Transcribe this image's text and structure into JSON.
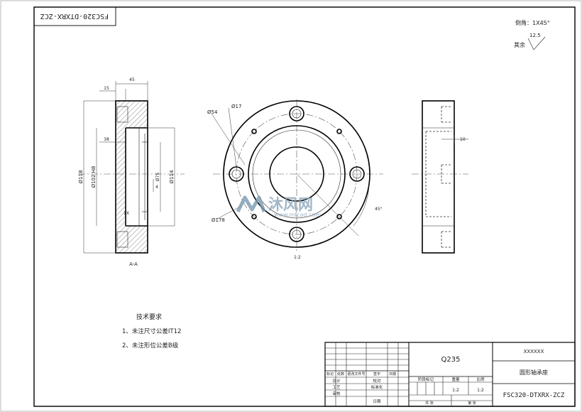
{
  "drawing_code_stamp": "FSC320-DTXRX-ZCZ",
  "notes_top_right": {
    "chamfer": "倒角：1X45°",
    "other_label": "其余",
    "roughness": "12.5"
  },
  "views": {
    "section_label": "A-A",
    "scale_label": "1:2"
  },
  "dimensions": {
    "d45": "45",
    "d15": "15",
    "d38": "38",
    "phi118": "Ø118",
    "phi102": "Ø102 H8",
    "phi75": "Ø75",
    "phi114": "Ø114",
    "d4": "4",
    "chamfer_small": "1X",
    "phi17": "Ø17",
    "phi54": "Ø54",
    "phi178": "Ø178",
    "angle45": "45°",
    "d10": "10"
  },
  "technical_requirements": {
    "title": "技术要求",
    "items": [
      "1、未注尺寸公差IT12",
      "2、未注形位公差B级"
    ]
  },
  "title_block": {
    "material": "Q235",
    "company": "XXXXXX",
    "part_name": "圆形轴承座",
    "drawing_number": "FSC320-DTXRX-ZCZ",
    "row_headers": [
      "标记",
      "处数",
      "更改文件号",
      "签字",
      "日期"
    ],
    "col_labels": [
      "设计",
      "工艺",
      "审核"
    ],
    "middle_labels": [
      "校对",
      "标准化",
      "日期"
    ],
    "stage_label": "阶段标记",
    "weight_label": "重量",
    "scale_label": "比例",
    "scale_value": "1:2",
    "sheet_value": "1:2",
    "sheet_info": [
      "共 张",
      "第 张"
    ]
  },
  "watermark": {
    "brand": "沐风网",
    "url": "www.mfcad.com"
  }
}
